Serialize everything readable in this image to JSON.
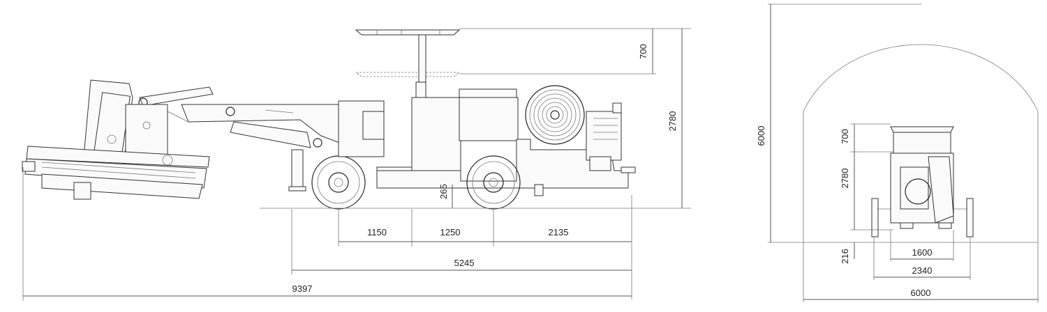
{
  "side_view": {
    "dim_canopy_travel": "700",
    "dim_height": "2780",
    "dim_ground_clearance": "265",
    "dim_front_overhang": "1150",
    "dim_wheelbase": "1250",
    "dim_rear_overhang": "2135",
    "dim_carrier_length": "5245",
    "dim_total_length": "9397"
  },
  "front_view": {
    "dim_tunnel_height": "6000",
    "dim_canopy_travel": "700",
    "dim_height": "2780",
    "dim_clearance": "216",
    "dim_track_width": "1600",
    "dim_outrigger_width": "2340",
    "dim_tunnel_width": "6000"
  }
}
